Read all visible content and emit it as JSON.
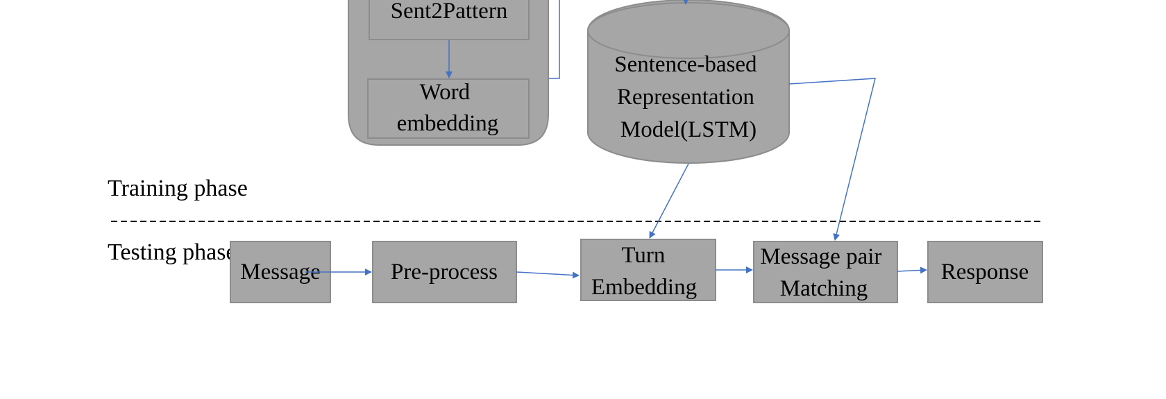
{
  "colors": {
    "box_fill": "#a6a6a6",
    "box_stroke": "#8c8c8c",
    "arrow": "#4472c4",
    "divider": "#000000",
    "text": "#000000"
  },
  "training": {
    "sent2pattern": [
      "Sent2Pattern"
    ],
    "word_embedding": [
      "Word",
      "embedding"
    ],
    "model": [
      "Sentence-based",
      "Representation",
      "Model(LSTM)"
    ],
    "phase_label": "Training phase"
  },
  "testing": {
    "phase_label": "Testing phase",
    "message": [
      "Message"
    ],
    "preprocess": [
      "Pre-process"
    ],
    "turn_embedding": [
      "Turn",
      "Embedding"
    ],
    "matching": [
      "Message pair",
      "Matching"
    ],
    "response": [
      "Response"
    ]
  }
}
